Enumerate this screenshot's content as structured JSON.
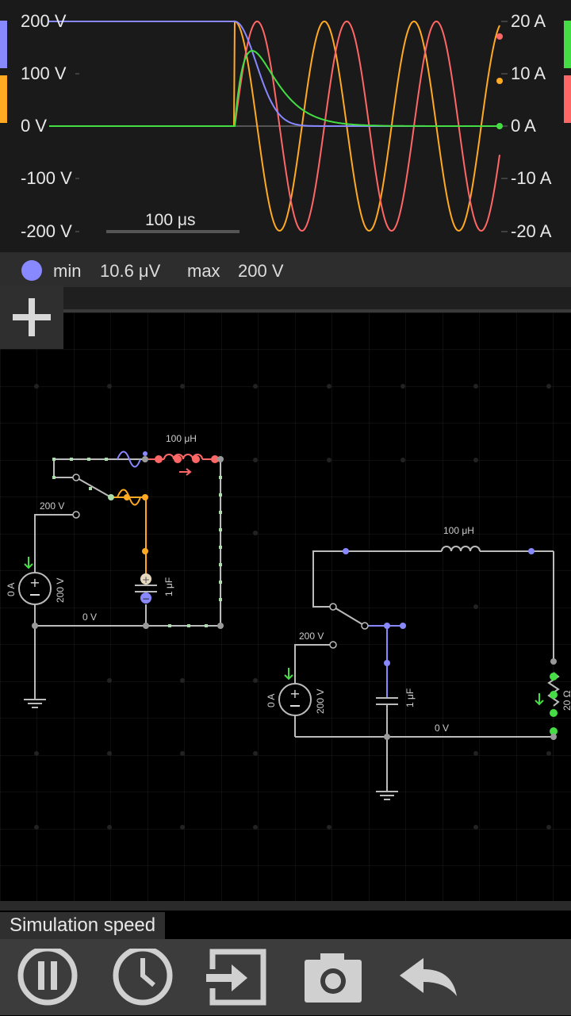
{
  "scope": {
    "left_axis": [
      "200 V",
      "100 V",
      "0 V",
      "-100 V",
      "-200 V"
    ],
    "right_axis": [
      "20 A",
      "10 A",
      "0 A",
      "-10 A",
      "-20 A"
    ],
    "time_scale": "100 μs",
    "colors": {
      "voltage_a": "#8888ff",
      "voltage_b": "#ffaa22",
      "current_a": "#44dd44",
      "current_b": "#ff6666"
    }
  },
  "info": {
    "min_label": "min",
    "min_value": "10.6 μV",
    "max_label": "max",
    "max_value": "200 V"
  },
  "add_icon": "plus-icon",
  "circuit_left": {
    "source_voltage": "200 V",
    "source_current": "0 A",
    "source_value_vertical": "200 V",
    "inductor_label": "100 μH",
    "capacitor_label": "1 μF",
    "ground_voltage": "0 V"
  },
  "circuit_right": {
    "source_voltage": "200 V",
    "source_current": "0 A",
    "source_value_vertical": "200 V",
    "inductor_label": "100 μH",
    "capacitor_label": "1 μF",
    "ground_voltage": "0 V",
    "resistor_partial": "20 Ω"
  },
  "speed_label": "Simulation speed",
  "bottom_icons": [
    "pause-icon",
    "clock-icon",
    "export-icon",
    "camera-icon",
    "undo-icon"
  ]
}
